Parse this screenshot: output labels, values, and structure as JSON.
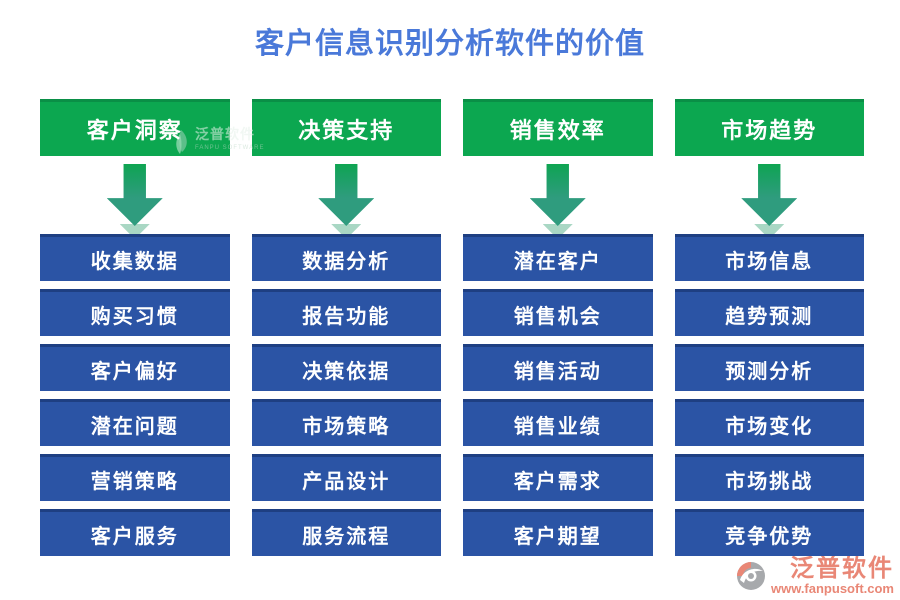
{
  "title": "客户信息识别分析软件的价值",
  "columns": [
    {
      "header": "客户洞察",
      "items": [
        "收集数据",
        "购买习惯",
        "客户偏好",
        "潜在问题",
        "营销策略",
        "客户服务"
      ]
    },
    {
      "header": "决策支持",
      "items": [
        "数据分析",
        "报告功能",
        "决策依据",
        "市场策略",
        "产品设计",
        "服务流程"
      ]
    },
    {
      "header": "销售效率",
      "items": [
        "潜在客户",
        "销售机会",
        "销售活动",
        "销售业绩",
        "客户需求",
        "客户期望"
      ]
    },
    {
      "header": "市场趋势",
      "items": [
        "市场信息",
        "趋势预测",
        "预测分析",
        "市场变化",
        "市场挑战",
        "竞争优势"
      ]
    }
  ],
  "watermark": {
    "brand": "泛普软件",
    "caption": "FANPU SOFTWARE"
  },
  "footer": {
    "brand": "泛普软件",
    "url": "www.fanpusoft.com"
  },
  "colors": {
    "title_blue": "#4a79d9",
    "header_green": "#0ca750",
    "arrow_teal": "#2f9c7e",
    "box_blue": "#2b54a5",
    "footer_coral": "#e98776"
  }
}
